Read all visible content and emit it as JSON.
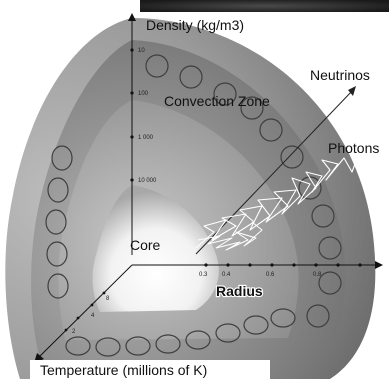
{
  "diagram": {
    "axes": {
      "density_label": "Density (kg/m3)",
      "temperature_label": "Temperature (millions of K)",
      "radius_label": "Radius"
    },
    "regions": {
      "convection_zone": "Convection Zone",
      "core": "Core"
    },
    "rays": {
      "neutrinos": "Neutrinos",
      "photons": "Photons"
    },
    "density_ticks": [
      "10",
      "100",
      "1 000",
      "10 000"
    ],
    "radius_ticks": [
      "0.3",
      "0.4",
      "0.6",
      "0.8"
    ],
    "temperature_ticks": [
      "8",
      "4",
      "2"
    ],
    "colors": {
      "surface": "#9b9b9b",
      "cut_face": "#7a7a7a",
      "radiative_zone": "#9c9c9c",
      "core_glow": "#ffffff",
      "axis": "#111111"
    }
  }
}
